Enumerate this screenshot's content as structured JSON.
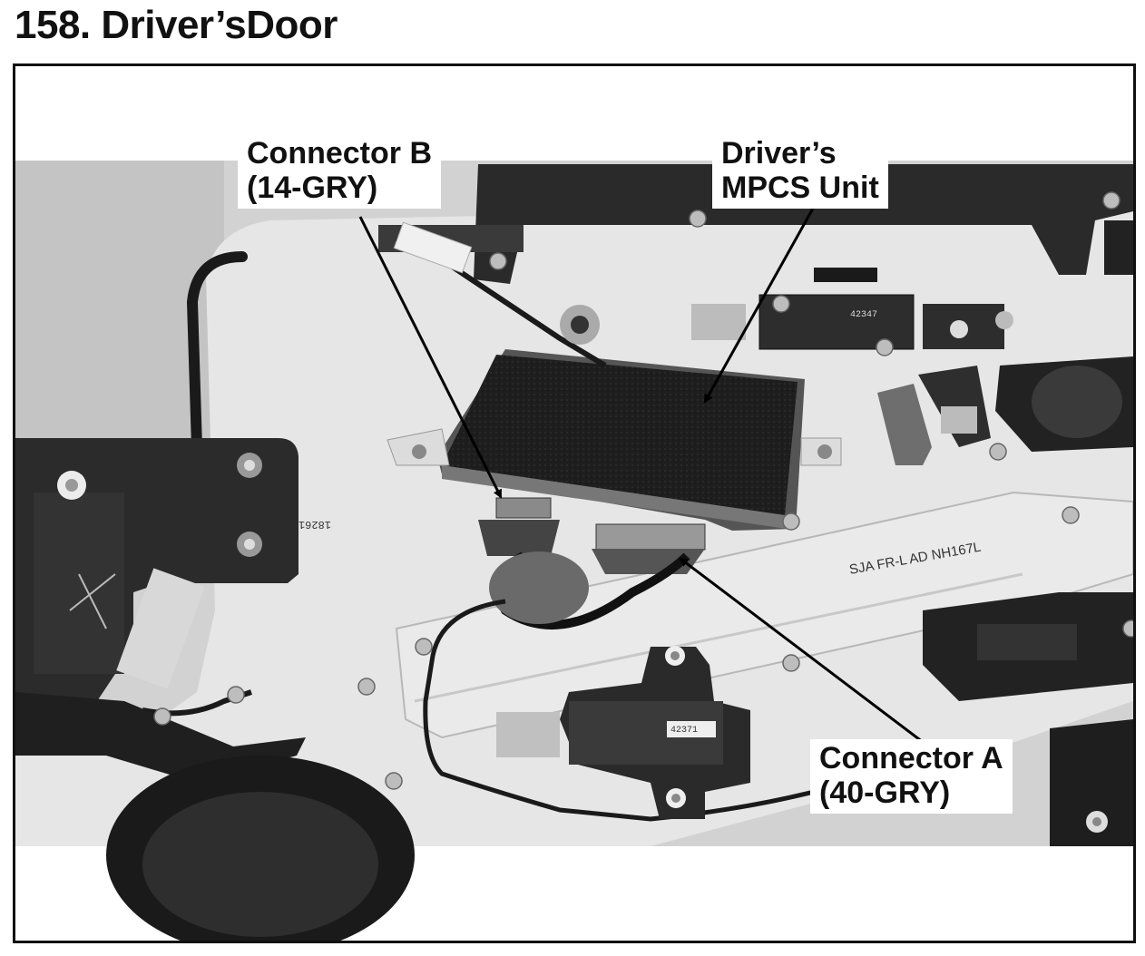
{
  "page": {
    "title": "158. Driver’sDoor"
  },
  "callouts": {
    "connector_b": {
      "line1": "Connector B",
      "line2": "(14-GRY)"
    },
    "mpcs_unit": {
      "line1": "Driver’s",
      "line2": "MPCS Unit"
    },
    "connector_a": {
      "line1": "Connector A",
      "line2": "(40-GRY)"
    }
  },
  "photo_labels": {
    "harness_tag": "SJA FR-L AD    NH167L",
    "part_code_1": "42347",
    "part_code_2": "42371",
    "part_code_3": "18261"
  }
}
